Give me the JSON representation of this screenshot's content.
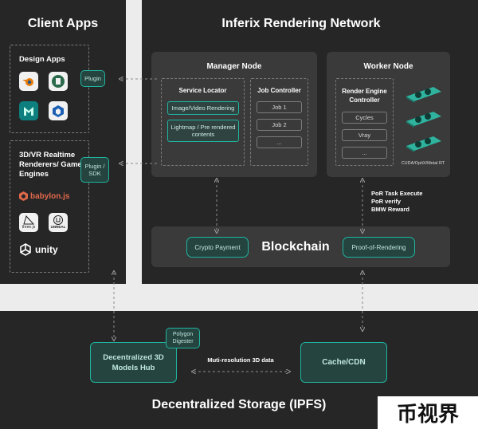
{
  "client": {
    "title": "Client Apps",
    "design_title": "Design Apps",
    "design_apps": [
      "blender",
      "HOUDINI",
      "3DS MAX",
      "SketchUp"
    ],
    "plugin": "Plugin",
    "realtime_title": "3D/VR Realtime Renderers/ Game Engines",
    "plugin_sdk": "Plugin / SDK",
    "engines": [
      "babylon.js",
      "three.js",
      "UNREAL",
      "unity"
    ]
  },
  "network": {
    "title": "Inferix Rendering Network",
    "manager": {
      "title": "Manager Node",
      "locator": {
        "title": "Service Locator",
        "items": [
          "Image/Video Rendering",
          "Lightmap / Pre rendered contents"
        ]
      },
      "job": {
        "title": "Job Controller",
        "items": [
          "Job 1",
          "Job 2",
          "..."
        ]
      }
    },
    "worker": {
      "title": "Worker Node",
      "engine_title": "Render Engine Controller",
      "engines": [
        "Cycles",
        "Vray",
        "..."
      ],
      "gpu_label": "CUDA/OptiX/Metal RT"
    },
    "por_notes": [
      "PoR Task Execute",
      "PoR verify",
      "BMW Reward"
    ],
    "blockchain": {
      "title": "Blockchain",
      "payment": "Crypto Payment",
      "proof": "Proof-of-Rendering"
    }
  },
  "storage": {
    "title": "Decentralized Storage (IPFS)",
    "hub": "Decentralized 3D Models Hub",
    "polygon": "Polygon Digester",
    "multires": "Muti-resolution 3D data",
    "cdn": "Cache/CDN"
  },
  "watermark": "币视界",
  "colors": {
    "panel": "#262626",
    "inner": "#3a3a3a",
    "accent": "#1fb5a0",
    "gpu": "#2fb39f"
  }
}
